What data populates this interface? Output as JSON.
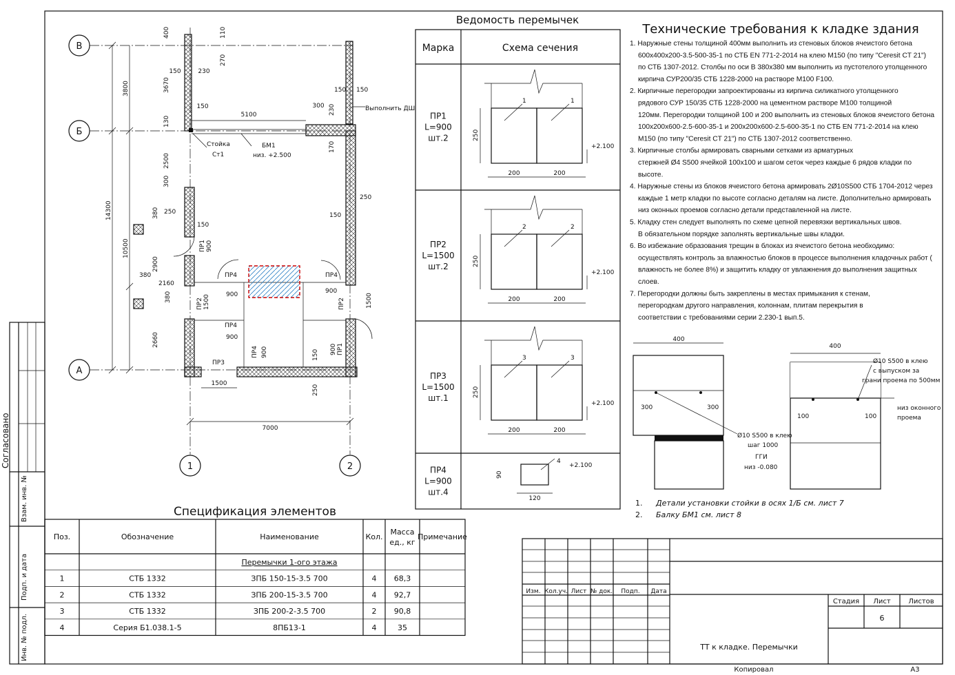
{
  "lintels_title": "Ведомость перемычек",
  "lintels_table": {
    "col_mark": "Марка",
    "col_section": "Схема сечения",
    "rows": [
      {
        "mark": "ПР1",
        "length": "L=900",
        "qty": "шт.2",
        "pos_label": "1",
        "height": "250",
        "widths": [
          "200",
          "200"
        ],
        "level": "+2.100"
      },
      {
        "mark": "ПР2",
        "length": "L=1500",
        "qty": "шт.2",
        "pos_label": "2",
        "height": "250",
        "widths": [
          "200",
          "200"
        ],
        "level": "+2.100"
      },
      {
        "mark": "ПР3",
        "length": "L=1500",
        "qty": "шт.1",
        "pos_label": "3",
        "height": "250",
        "widths": [
          "200",
          "200"
        ],
        "level": "+2.100"
      },
      {
        "mark": "ПР4",
        "length": "L=900",
        "qty": "шт.4",
        "pos_label": "4",
        "height": "90",
        "widths": [
          "120"
        ],
        "level": "+2.100"
      }
    ]
  },
  "tech_title": "Технические требования к кладке здания",
  "tech_notes": [
    "1. Наружные стены толщиной 400мм выполнить из стеновых блоков ячеистого бетона",
    "600х400х200-3.5-500-35-1 по СТБ EN 771-2-2014 на клею М150 (по типу \"Ceresit CT 21\")",
    "по СТБ 1307-2012. Столбы по оси В 380х380 мм выполнить из пустотелого утолщенного",
    "кирпича СУР200/35 СТБ 1228-2000 на растворе М100 F100.",
    "2. Кирпичные перегородки запроектированы из кирпича силикатного утолщенного",
    "рядового СУР 150/35 СТБ 1228-2000 на цементном растворе М100 толщиной",
    "120мм. Перегородки толщиной 100 и 200 выполнить из стеновых блоков ячеистого бетона",
    "100х200х600-2.5-600-35-1 и 200х200х600-2.5-600-35-1 по СТБ EN 771-2-2014 на клею",
    "М150 (по типу \"Ceresit CT 21\") по СТБ 1307-2012 соответственно.",
    "3. Кирпичные столбы армировать сварными сетками из арматурных",
    "стержней Ø4 S500 ячейкой 100х100 и шагом сеток через каждые 6 рядов кладки по",
    "высоте.",
    "4.   Наружные стены из блоков ячеистого бетона армировать 2Ø10S500 СТБ 1704-2012 через",
    "каждые 1 метр кладки по высоте согласно деталям на листе. Дополнительно армировать",
    "низ оконных проемов согласно детали представленной на листе.",
    "5. Кладку стен следует выполнять по схеме цепной перевязки вертикальных швов.",
    "В обязательном порядке заполнять вертикальные швы кладки.",
    "6. Во избежание образования трещин в блоках из ячеистого бетона необходимо:",
    "осуществлять контроль за влажностью блоков в процессе выполнения кладочных работ (",
    "влажность не более 8%) и защитить кладку от увлажнения до выполнения защитных",
    "слоев.",
    "7. Перегородки должны быть закреплены в местах примыкания к стенам,",
    "перегородкам другого направления, колоннам, плитам перекрытия в",
    "соответствии с требованиями серии 2.230-1 вып.5."
  ],
  "detail_left": {
    "dim": "400",
    "d1": "300",
    "d2": "300",
    "rebar": "Ø10 S500 в клею",
    "step": "шаг 1000",
    "ggi": "ГГИ",
    "ggi_level": "низ -0.080"
  },
  "detail_right": {
    "dim": "400",
    "d1": "100",
    "d2": "100",
    "rebar1": "Ø10 S500 в клею",
    "rebar2": "с выпуском за",
    "rebar3": "грани проема по 500мм",
    "win1": "низ оконного",
    "win2": "проема"
  },
  "footnotes": [
    {
      "num": "1.",
      "text": "Детали установки стойки в осях 1/Б см. лист 7"
    },
    {
      "num": "2.",
      "text": "Балку БМ1 см. лист 8"
    }
  ],
  "spec_title": "Спецификация элементов",
  "spec_table": {
    "headers": [
      "Поз.",
      "Обозначение",
      "Наименование",
      "Кол.",
      "Масса ед., кг",
      "Примечание"
    ],
    "group": "Перемычки 1-ого этажа",
    "rows": [
      [
        "1",
        "СТБ 1332",
        "ЗПБ 150-15-3.5 700",
        "4",
        "68,3",
        ""
      ],
      [
        "2",
        "СТБ 1332",
        "ЗПБ 200-15-3.5 700",
        "4",
        "92,7",
        ""
      ],
      [
        "3",
        "СТБ 1332",
        "ЗПБ 200-2-3.5 700",
        "2",
        "90,8",
        ""
      ],
      [
        "4",
        "Серия Б1.038.1-5",
        "8ПБ13-1",
        "4",
        "35",
        ""
      ]
    ]
  },
  "title_block": {
    "cols": [
      "Изм.",
      "Кол.уч.",
      "Лист",
      "№ док.",
      "Подп.",
      "Дата"
    ],
    "stage": "Стадия",
    "sheet": "Лист",
    "sheets": "Листов",
    "sheet_no": "6",
    "name": "ТТ к кладке. Перемычки",
    "copied": "Копировал",
    "format": "А3"
  },
  "side_stamp": {
    "agreed": "Согласовано",
    "vzam": "Взам. инв. №",
    "podp": "Подп. и дата",
    "inv": "Инв. № подл."
  },
  "plan": {
    "axes": {
      "v": "В",
      "b": "Б",
      "a": "А",
      "n1": "1",
      "n2": "2"
    },
    "dims": {
      "d3800": "3800",
      "d14300": "14300",
      "d10500": "10500",
      "d2660": "2660",
      "d2900": "2900",
      "d5100": "5100",
      "d7000": "7000",
      "d1500": "1500",
      "d2160": "2160",
      "d3670": "3670",
      "d2500": "2500",
      "d400": "400",
      "d110": "110",
      "d270": "270",
      "d150": "150",
      "d230": "230",
      "d130": "130",
      "d300": "300",
      "d170": "170",
      "d250": "250",
      "d380": "380",
      "d900": "900"
    },
    "labels": {
      "stoyka": "Стойка",
      "st1": "Ст1",
      "bm1": "БМ1",
      "bm1_level": "низ. +2.500",
      "dsh": "Выполнить ДШ",
      "pr1": "ПР1",
      "pr2": "ПР2",
      "pr3": "ПР3",
      "pr4": "ПР4"
    }
  }
}
